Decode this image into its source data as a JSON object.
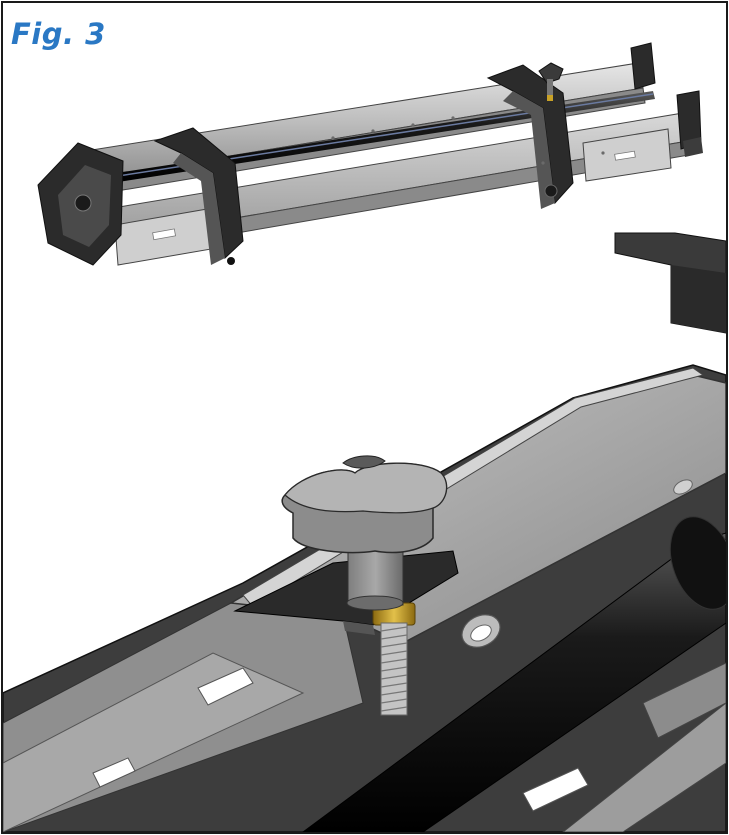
{
  "figure": {
    "label": "Fig. 3",
    "label_color": "#2a78c4",
    "frame_color": "#1a1a1a"
  },
  "illustration": {
    "overview_icon": "assembly-overview",
    "detail_icon": "knob-bolt-detail",
    "colors": {
      "frame_dark": "#2b2b2b",
      "frame_mid": "#555555",
      "rail_light": "#c8c8c8",
      "rail_mid": "#9a9a9a",
      "rod": "#1c1c1c",
      "brass": "#c9a227",
      "thread": "#b8b8b8"
    }
  }
}
